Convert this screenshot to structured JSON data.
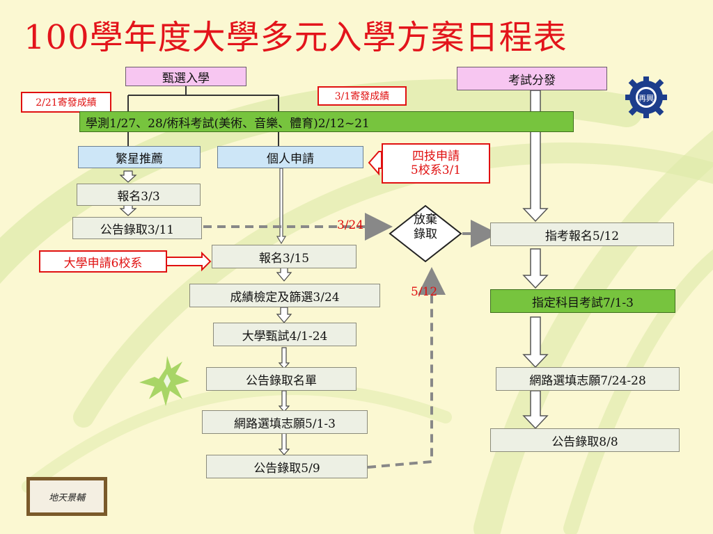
{
  "title": "100學年度大學多元入學方案日程表",
  "colors": {
    "title_red": "#e3141b",
    "pink": "#f7c6f1",
    "blue": "#cde6f7",
    "green": "#77c43e",
    "gray_box": "#edf0e4",
    "red_note": "#e01010",
    "dashed": "#888888"
  },
  "nodes": {
    "selection_admission": "甄選入學",
    "exam_distribution": "考試分發",
    "note_grade_0221": "2/21寄發成績",
    "note_grade_0301": "3/1寄發成績",
    "exam_bar": "學測1/27、28/術科考試(美術、音樂、體育)2/12~21",
    "star_recommend": "繁星推薦",
    "personal_apply": "個人申請",
    "four_tech_apply": [
      "四技申請",
      "5校系3/1"
    ],
    "star_register": "報名3/3",
    "star_announce": "公告錄取3/11",
    "date_0324": "3/24",
    "give_up": [
      "放棄",
      "錄取"
    ],
    "date_0512": "5/12",
    "univ_apply": "大學申請6校系",
    "personal_register": "報名3/15",
    "score_screen": "成績檢定及篩選3/24",
    "univ_exam": "大學甄試4/1-24",
    "announce_list": "公告錄取名單",
    "online_pref_1": "網路選填志願5/1-3",
    "announce_0509": "公告錄取5/9",
    "exam_register": "指考報名5/12",
    "subject_exam": "指定科目考試7/1-3",
    "online_pref_2": "網路選填志願7/24-28",
    "announce_0808": "公告錄取8/8"
  },
  "logo_text": "再興",
  "frame_text": "地天景輔"
}
